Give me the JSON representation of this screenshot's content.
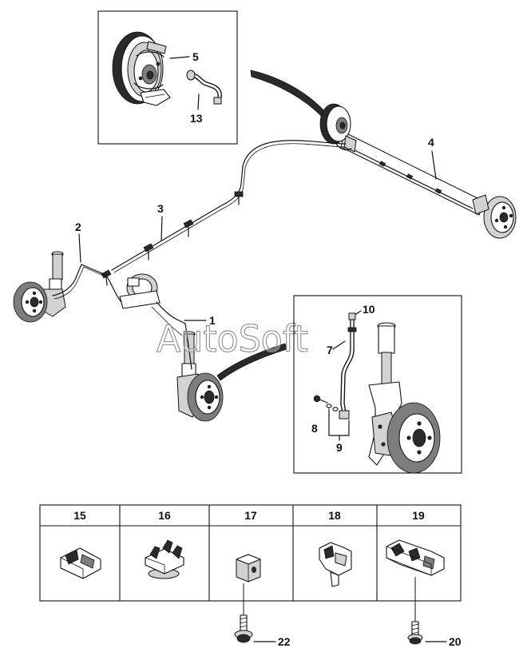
{
  "watermark": "AutoSoft",
  "main_diagram": {
    "callouts": {
      "part_1": "1",
      "part_2": "2",
      "part_3": "3",
      "part_4": "4"
    }
  },
  "rear_brake_detail": {
    "callouts": {
      "part_5": "5",
      "part_13": "13"
    }
  },
  "front_brake_detail": {
    "callouts": {
      "part_7": "7",
      "part_8": "8",
      "part_9": "9",
      "part_10": "10"
    }
  },
  "clips_table": {
    "columns": [
      "15",
      "16",
      "17",
      "18",
      "19"
    ]
  },
  "fasteners": {
    "screw_22": "22",
    "screw_20": "20"
  }
}
